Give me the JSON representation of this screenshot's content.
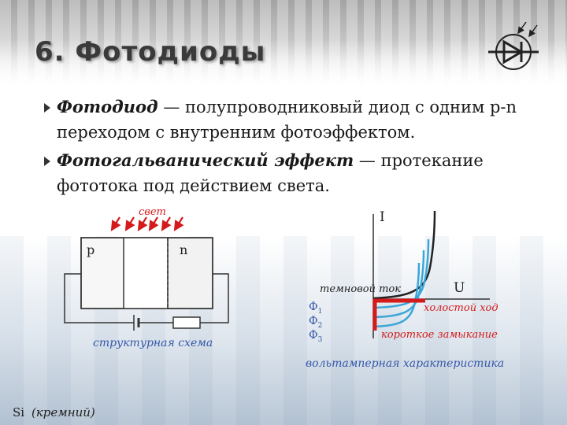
{
  "slide": {
    "title": "6. Фотодиоды",
    "bullets": [
      {
        "term": "Фотодиод",
        "text": " — полупроводниковый диод с одним р-n переходом с внутренним фотоэффектом."
      },
      {
        "term": "Фотогальванический эффект",
        "text": " — протекание фототока под действием света."
      }
    ]
  },
  "scheme": {
    "light_label": "свет",
    "p_label": "p",
    "n_label": "n",
    "caption": "структурная схема",
    "material_symbol": "Si",
    "material_name": "(кремний)"
  },
  "vac": {
    "i_axis": "I",
    "u_axis": "U",
    "dark_current": "темновой ток",
    "open_circuit": "холостой ход",
    "short_circuit": "короткое замыкание",
    "flux_labels": [
      {
        "base": "Ф",
        "sub": "1"
      },
      {
        "base": "Ф",
        "sub": "2"
      },
      {
        "base": "Ф",
        "sub": "3"
      }
    ],
    "caption": "вольтамперная характеристика"
  },
  "colors": {
    "title": "#3a3a3a",
    "accent_red": "#d41a1a",
    "curve_blue": "#3aa6d8",
    "caption_blue": "#3558a8"
  },
  "icons": [
    "photodiode-symbol-icon",
    "light-arrow-icon",
    "battery-icon",
    "resistor-icon",
    "bullet-arrow-icon"
  ]
}
